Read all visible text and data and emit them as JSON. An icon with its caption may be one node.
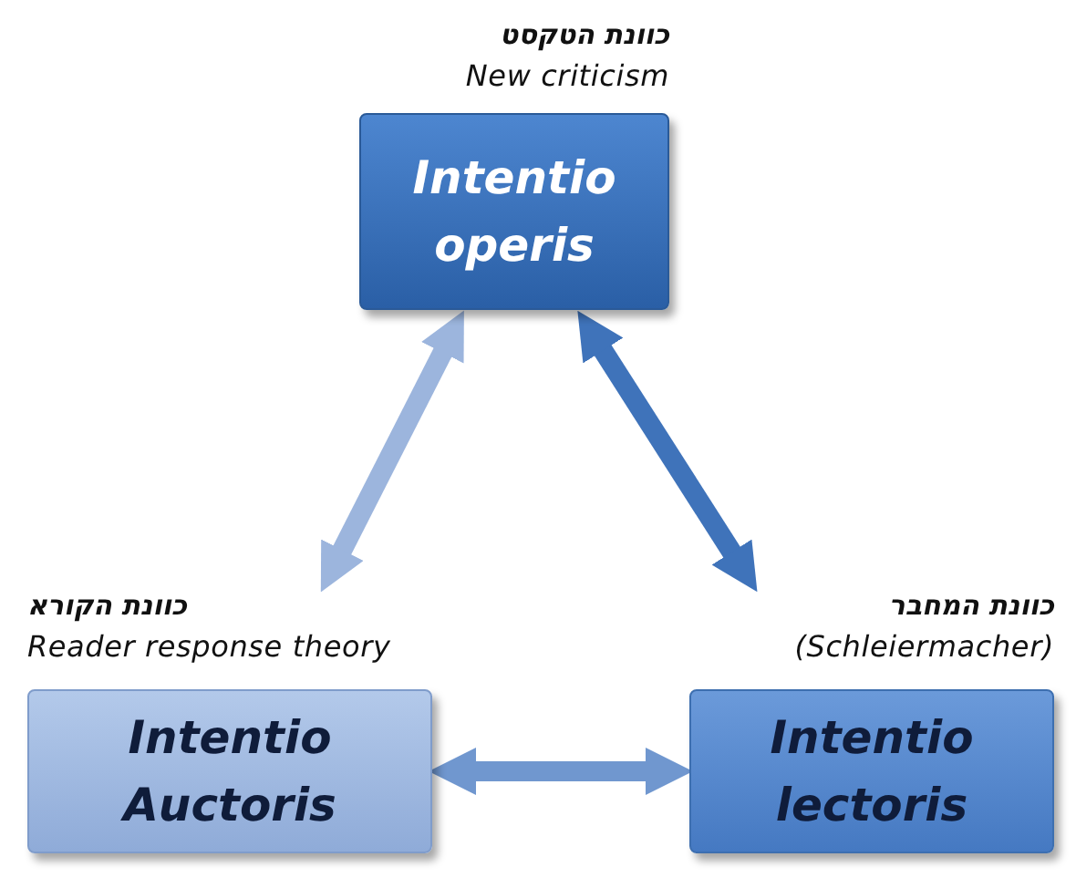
{
  "diagram": {
    "nodes": [
      {
        "text": [
          "Intentio operis"
        ],
        "beside": [
          "כוונת הטקסט",
          "New criticism"
        ]
      },
      {
        "text": [
          "Intentio Auctoris"
        ],
        "beside": [
          "כוונת הקורא",
          "Reader response theory"
        ]
      },
      {
        "text": [
          "Intentio lectoris"
        ],
        "beside": [
          "כוונת המחבר",
          "(Schleiermacher)"
        ]
      }
    ],
    "edges": [
      {
        "from": 0,
        "to": 1,
        "arrow": "both",
        "color": "#9cb5dd"
      },
      {
        "from": 0,
        "to": 2,
        "arrow": "both",
        "color": "#3f73ba"
      },
      {
        "from": 1,
        "to": 2,
        "arrow": "both",
        "color": "#7097cf"
      }
    ]
  }
}
